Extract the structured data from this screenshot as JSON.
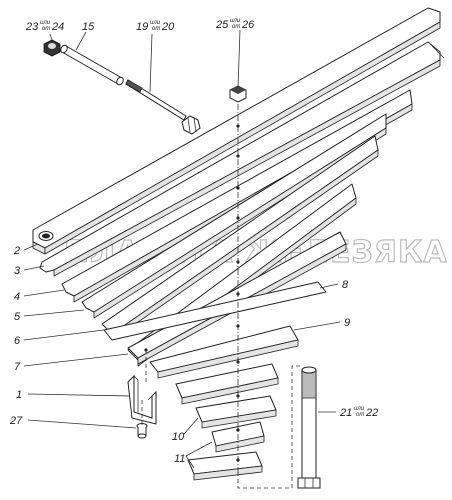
{
  "watermark": "ПЛАНЕТА ЖЕЛЕЗЯКА",
  "callouts": {
    "c1": "1",
    "c2": "2",
    "c3": "3",
    "c4": "4",
    "c5": "5",
    "c6": "6",
    "c7": "7",
    "c8": "8",
    "c9": "9",
    "c10": "10",
    "c11": "11",
    "c15": "15",
    "c27": "27"
  },
  "alternatives": {
    "a23_24": {
      "first": "23",
      "sep": "или",
      "sep2": "от",
      "second": "24"
    },
    "a19_20": {
      "first": "19",
      "sep": "или",
      "sep2": "от",
      "second": "20"
    },
    "a25_26": {
      "first": "25",
      "sep": "или",
      "sep2": "от",
      "second": "26"
    },
    "a21_22": {
      "first": "21",
      "sep": "или",
      "sep2": "от",
      "second": "22"
    }
  }
}
